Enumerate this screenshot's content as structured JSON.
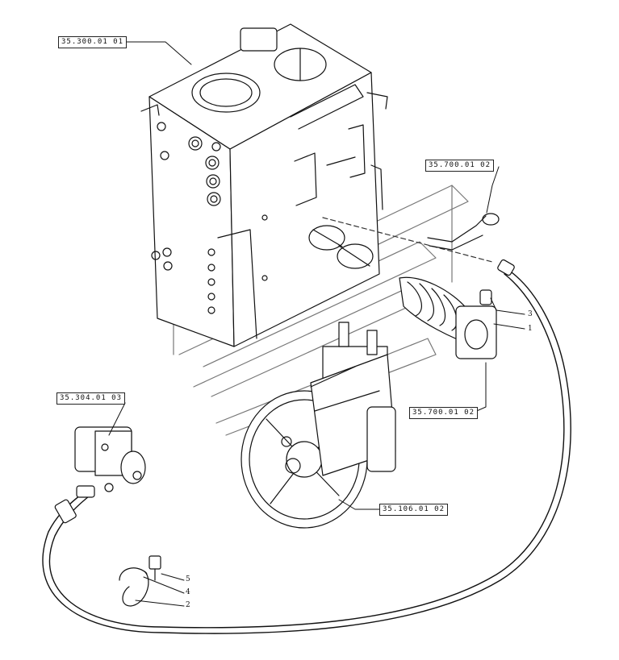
{
  "references": {
    "tank": "35.300.01 01",
    "pipe_upper": "35.700.01 02",
    "pipe_lower": "35.700.01 02",
    "gear_pump": "35.304.01 03",
    "main_pump": "35.106.01 02"
  },
  "callouts": {
    "item_1": "1",
    "item_2": "2",
    "item_3": "3",
    "item_4": "4",
    "item_5": "5"
  }
}
